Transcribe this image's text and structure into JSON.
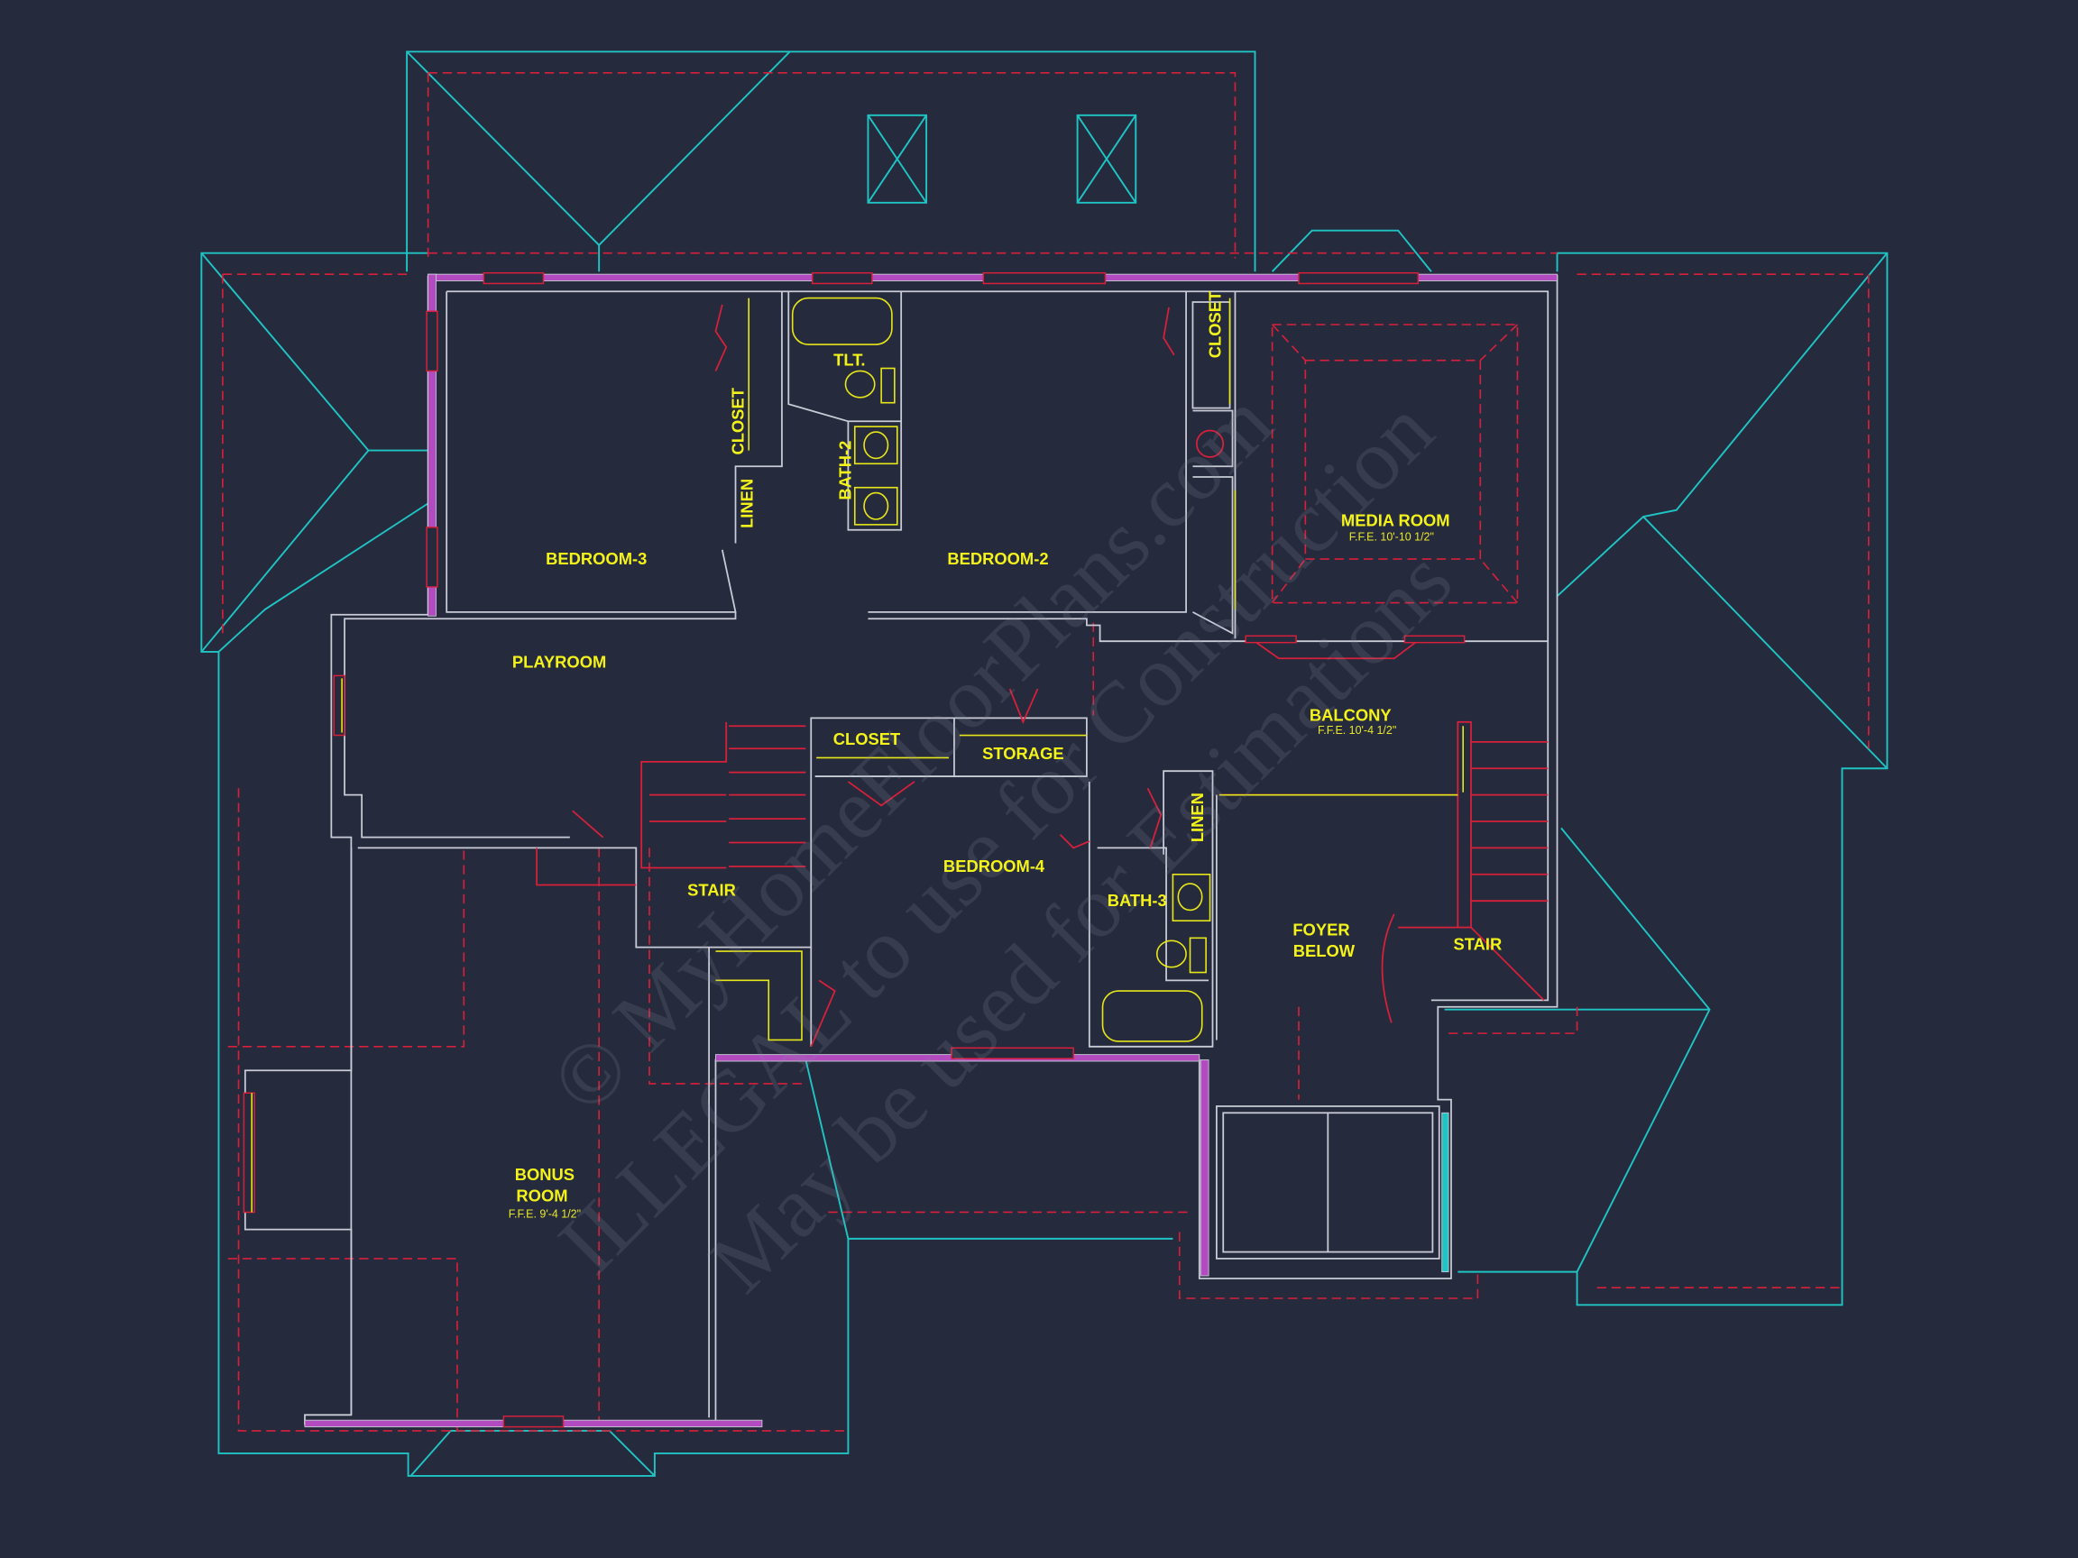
{
  "plan": {
    "rooms": {
      "bedroom3": "BEDROOM-3",
      "bedroom2": "BEDROOM-2",
      "media_room": "MEDIA ROOM",
      "media_room_ffe": "F.F.E. 10'-10 1/2\"",
      "playroom": "PLAYROOM",
      "balcony": "BALCONY",
      "balcony_ffe": "F.F.E. 10'-4 1/2\"",
      "closet_mid": "CLOSET",
      "storage": "STORAGE",
      "bedroom4": "BEDROOM-4",
      "linen_right": "LINEN",
      "bath3": "BATH-3",
      "stair_left": "STAIR",
      "foyer_line1": "FOYER",
      "foyer_line2": "BELOW",
      "stair_right": "STAIR",
      "bonus_line1": "BONUS",
      "bonus_line2": "ROOM",
      "bonus_ffe": "F.F.E. 9'-4 1/2\"",
      "tlt": "TLT.",
      "bath2": "BATH-2",
      "closet_b3": "CLOSET",
      "linen_b3": "LINEN",
      "closet_b2": "CLOSET"
    },
    "watermark": {
      "line1": "© MyHomeFloorPlans.com",
      "line2": "ILLEGAL to use for Construction",
      "line3": "May be used for Estimations"
    },
    "colors": {
      "background": "#262a3d",
      "roof": "#1fc4c4",
      "walls": "#c9ccd6",
      "hidden_lines": "#d8203a",
      "labels": "#f3f31a"
    }
  }
}
